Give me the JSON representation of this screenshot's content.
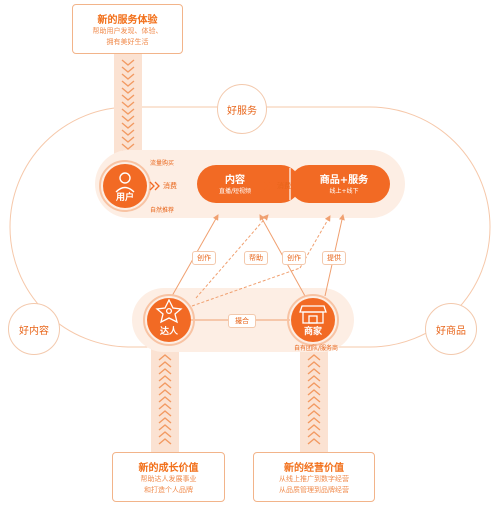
{
  "top_box": {
    "title": "新的服务体验",
    "line1": "帮助用户发现、体验、",
    "line2": "拥有美好生活"
  },
  "ring_labels": {
    "top": "好服务",
    "left": "好内容",
    "right": "好商品"
  },
  "user": {
    "label": "用户",
    "above_note": "流量购买",
    "below_note": "自然推荐",
    "consume1": "消费",
    "consume2": "消费"
  },
  "content_pill": {
    "title": "内容",
    "subtitle": "直播/短视频"
  },
  "goods_pill": {
    "title": "商品+服务",
    "subtitle": "线上+线下"
  },
  "links": {
    "create1": "创作",
    "create2": "创作",
    "help": "帮助",
    "provide": "提供",
    "match": "撮合"
  },
  "talent": {
    "label": "达人"
  },
  "merchant": {
    "label": "商家",
    "note": "自有团队/服务商"
  },
  "bottom_left": {
    "title": "新的成长价值",
    "line1": "帮助达人发展事业",
    "line2": "和打造个人品牌"
  },
  "bottom_right": {
    "title": "新的经营价值",
    "line1": "从线上推广到数字经营",
    "line2": "从品质管理到品牌经营"
  },
  "colors": {
    "accent": "#f2711c",
    "pill": "#f0682a",
    "light": "#fde9dc",
    "stroke": "#f3c9ad"
  }
}
